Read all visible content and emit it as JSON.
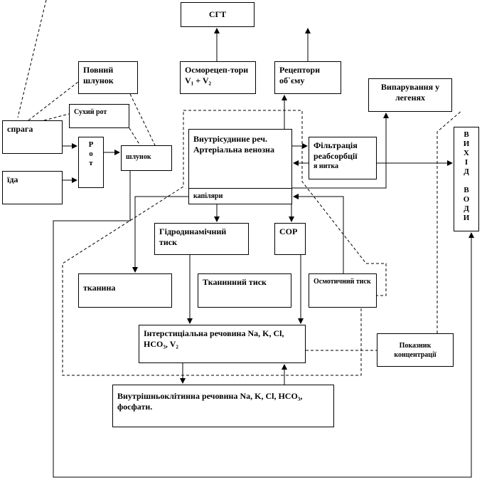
{
  "nodes": {
    "sgt": "СГТ",
    "osmo": "Осморецеп-тори  V₁ + V₂",
    "volume": "Рецептори об`єму",
    "evap": "Випарування у легенях",
    "full_stomach": "Повний шлунок",
    "dry_mouth": "Сухий рот",
    "thirst": "спрага",
    "food": "їда",
    "mouth": [
      "Р",
      "о",
      "т"
    ],
    "stomach": "шлунок",
    "intravascular": "Внутрісудинне реч. Артеріальна венозна",
    "capillaries": "капіляри",
    "filtration": "Фільтрація реабсорбції",
    "filtration_sub": "я  нитка",
    "water_out": [
      "В",
      "И",
      "Х",
      "І",
      "Д",
      " ",
      "В",
      "О",
      "Д",
      "И"
    ],
    "hydro": "Гідродинамічний тиск",
    "cor": "СОР",
    "tissue": "тканина",
    "tissue_pressure": "Тканинний тиск",
    "osmotic": "Осмотичний тиск",
    "interstitial": "Інтерстиціальна речовина Na, K, Cl, HCO₃, V₂",
    "concentration": "Показник концентрації",
    "intracellular": "Внутрішньоклітинна  речовина Na, K, Cl, HCO₃, фосфати."
  }
}
